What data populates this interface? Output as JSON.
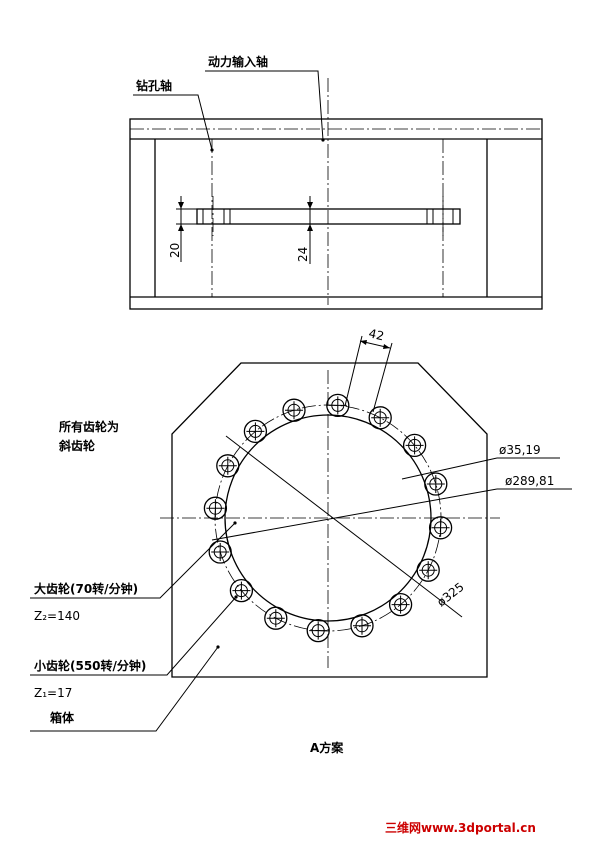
{
  "top_view": {
    "label_power_shaft": "动力输入轴",
    "label_drill_shaft": "钻孔轴",
    "dim_left": "20",
    "dim_right": "24"
  },
  "plan_view": {
    "dim_pitch": "42",
    "dim_small_dia": "ø35,19",
    "dim_large_dia": "ø289,81",
    "dim_housing_dia": "ø325",
    "note_line1": "所有齿轮为",
    "note_line2": "斜齿轮",
    "big_gear_label": "大齿轮(70转/分钟)",
    "big_gear_teeth": "Z₂=140",
    "small_gear_label": "小齿轮(550转/分钟)",
    "small_gear_teeth": "Z₁=17",
    "housing_label": "箱体"
  },
  "caption": "A方案",
  "watermark": "三维网www.3dportal.cn"
}
